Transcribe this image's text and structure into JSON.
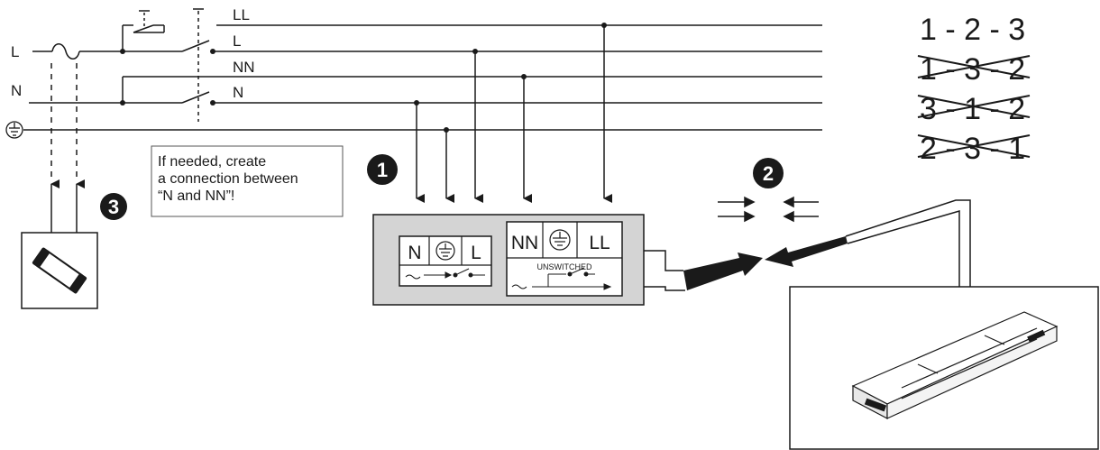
{
  "lines": {
    "LL": "LL",
    "L": "L",
    "NN": "NN",
    "N": "N",
    "left_L": "L",
    "left_N": "N"
  },
  "note": {
    "line1": "If needed, create",
    "line2": "a connection between",
    "line3": "“N and NN”!"
  },
  "badges": {
    "one": "1",
    "two": "2",
    "three": "3"
  },
  "terminals": {
    "left": [
      "N",
      "L"
    ],
    "right": [
      "NN",
      "LL"
    ],
    "unswitched": "UNSWITCHED"
  },
  "sequences": [
    {
      "text": "1 - 2 - 3",
      "crossed": false
    },
    {
      "text": "1 - 3 - 2",
      "crossed": true
    },
    {
      "text": "3 - 1 - 2",
      "crossed": true
    },
    {
      "text": "2 - 3 - 1",
      "crossed": true
    }
  ],
  "icons": [
    "earth-ground-icon",
    "fuse-icon",
    "switch-icon",
    "connector-arrow-icon",
    "luminaire-driver-icon"
  ]
}
